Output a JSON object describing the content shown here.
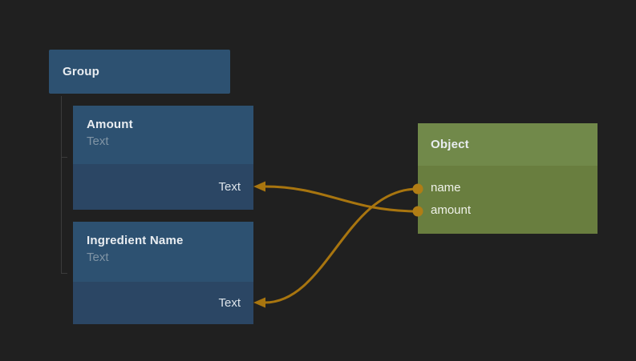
{
  "app": {
    "background": "#202020"
  },
  "colors": {
    "node_blue_title": "#2d5171",
    "node_blue_port": "#2b4664",
    "object_green_header": "#71894a",
    "object_green_body": "#697e3f",
    "wire_amber": "#a8750f",
    "port_dot_amber": "#b07d15",
    "title_text": "#e9edf1",
    "subtitle_text": "#8094a5",
    "tree_line": "#3c3c3c"
  },
  "group_node": {
    "title": "Group"
  },
  "field_nodes": [
    {
      "title": "Amount",
      "subtitle": "Text",
      "output_label": "Text"
    },
    {
      "title": "Ingredient Name",
      "subtitle": "Text",
      "output_label": "Text"
    }
  ],
  "object_node": {
    "title": "Object",
    "fields": [
      {
        "label": "name"
      },
      {
        "label": "amount"
      }
    ]
  },
  "connections": [
    {
      "from_field": "amount",
      "to_node": "Amount",
      "to_port": "Text"
    },
    {
      "from_field": "name",
      "to_node": "Ingredient Name",
      "to_port": "Text"
    }
  ]
}
